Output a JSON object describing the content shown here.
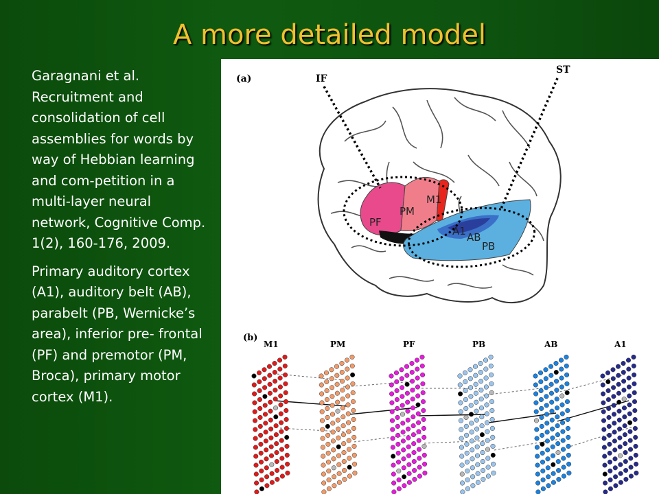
{
  "slide": {
    "title": "A more detailed model",
    "citation": "Garagnani et al. Recruitment and consolidation of cell assemblies for words by way of Hebbian learning and com-petition in a multi-layer neural network, Cognitive Comp. 1(2), 160-176, 2009.",
    "description": "Primary auditory cortex (A1), auditory belt (AB), parabelt (PB, Wernicke’s area), inferior pre- frontal (PF) and premotor (PM, Broca), primary motor cortex (M1)."
  },
  "figure": {
    "panel_a": {
      "label": "(a)",
      "dotted_labels": [
        "IF",
        "ST"
      ],
      "regions": [
        {
          "label": "PF",
          "color": "#e84a8c"
        },
        {
          "label": "PM",
          "color": "#f07e8a"
        },
        {
          "label": "M1",
          "color": "#e8261e"
        },
        {
          "label": "A1",
          "color": "#2a3f9c"
        },
        {
          "label": "AB",
          "color": "#3a70c8"
        },
        {
          "label": "PB",
          "color": "#5bb0e0"
        }
      ]
    },
    "panel_b": {
      "label": "(b)",
      "columns": [
        {
          "label": "M1",
          "color": "#e01a1a"
        },
        {
          "label": "PM",
          "color": "#f09a6a"
        },
        {
          "label": "PF",
          "color": "#e81ae0"
        },
        {
          "label": "PB",
          "color": "#9ac4ec"
        },
        {
          "label": "AB",
          "color": "#1a82e0"
        },
        {
          "label": "A1",
          "color": "#262a8a"
        }
      ]
    }
  }
}
